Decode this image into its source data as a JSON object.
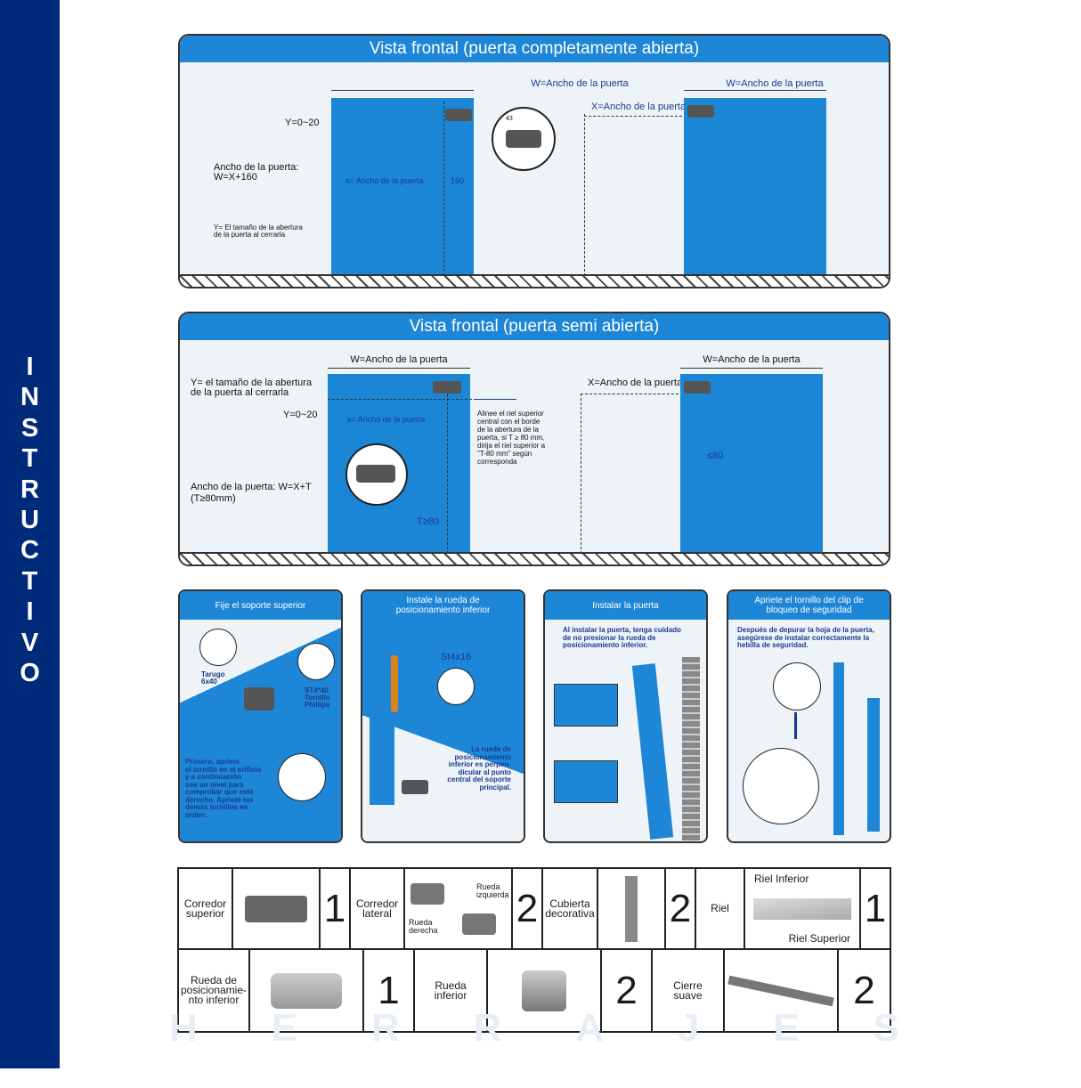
{
  "sidebar": {
    "title_letters": [
      "I",
      "N",
      "S",
      "T",
      "R",
      "U",
      "C",
      "T",
      "I",
      "V",
      "O"
    ]
  },
  "panel1": {
    "title": "Vista frontal (puerta completamente abierta)",
    "w_label_left": "W=Ancho de la puerta",
    "w_label_right": "W=Ancho de la puerta",
    "x_label": "X=Ancho de la puerta",
    "y_range": "Y=0~20",
    "width_title": "Ancho de la puerta:",
    "width_formula": "W=X+160",
    "y_note_1": "Y= El tamaño de la abertura",
    "y_note_2": "de la puerta al cerrarla",
    "inner_x": "x= Ancho de la puerta",
    "inner_160": "160",
    "inner_43": "43"
  },
  "panel2": {
    "title": "Vista frontal (puerta semi abierta)",
    "w_label_left": "W=Ancho de la puerta",
    "w_label_right": "W=Ancho de la puerta",
    "x_label": "X=Ancho de la puerta",
    "y_note_1": "Y= el tamaño de la abertura",
    "y_note_2": "de la puerta al cerrarla",
    "y_range": "Y=0~20",
    "width_formula": "Ancho de la puerta: W=X+T",
    "width_cond": "(T≥80mm)",
    "inner_x": "x= Ancho de la puerta",
    "t_label": "T≥80",
    "le80": "≤80",
    "align_note": [
      "Alinee el riel superior",
      "central con el borde",
      "de la abertura de la",
      "puerta, si T ≥ 80 mm,",
      "dirija el riel superior a",
      "\"T-80 mm\" según",
      "corresponda"
    ]
  },
  "steps": [
    {
      "title": "Fije el soporte superior",
      "plug": [
        "Tarugo",
        "6x40"
      ],
      "screw": [
        "ST4*40",
        "Tornillo",
        "Phillips"
      ],
      "note": [
        "Primero, apriete",
        "el tornillo en el orificio",
        "y a continuación",
        "use un nivel para",
        "comprobar que esté",
        "derecho. Apriete los",
        "demás tornillos en",
        "orden."
      ]
    },
    {
      "title_1": "Instale la rueda de",
      "title_2": "posicionamiento inferior",
      "screw": "St4x16",
      "note": [
        "La rueda de",
        "posicionamiento",
        "inferior es perpen-",
        "dicular al punto",
        "central del soporte",
        "principal."
      ]
    },
    {
      "title": "Instalar la puerta",
      "note": [
        "Al instalar la puerta, tenga cuidado",
        "de no presionar la rueda de",
        "posicionamiento inferior."
      ]
    },
    {
      "title_1": "Apriete el tornillo del clip de",
      "title_2": "bloqueo de seguridad",
      "note": [
        "Después de depurar la hoja de la puerta,",
        "asegúrese de instalar correctamente la",
        "hebilla de seguridad."
      ]
    }
  ],
  "parts_row1": [
    {
      "name": [
        "Corredor",
        "superior"
      ],
      "qty": "1"
    },
    {
      "name": [
        "Corredor",
        "lateral"
      ],
      "sub_left": [
        "Rueda",
        "izquierda"
      ],
      "sub_right": [
        "Rueda",
        "derecha"
      ],
      "qty": "2"
    },
    {
      "name": [
        "Cubierta",
        "decorativa"
      ],
      "qty": "2"
    },
    {
      "name": [
        "Riel"
      ],
      "top": "Riel Inferior",
      "bottom": "Riel Superior",
      "qty": "1"
    }
  ],
  "parts_row2": [
    {
      "name": [
        "Rueda de",
        "posicionamie-",
        "nto inferior"
      ],
      "qty": "1"
    },
    {
      "name": [
        "Rueda",
        "inferior"
      ],
      "qty": "2"
    },
    {
      "name": [
        "Cierre",
        "suave"
      ],
      "qty": "2"
    }
  ],
  "watermark": [
    "H",
    "E",
    "R",
    "R",
    "A",
    "J",
    "E",
    "S"
  ],
  "colors": {
    "navy": "#002b7a",
    "blue": "#1e86d6",
    "door": "#1b86d6",
    "panel_bg": "#eef3f7"
  }
}
